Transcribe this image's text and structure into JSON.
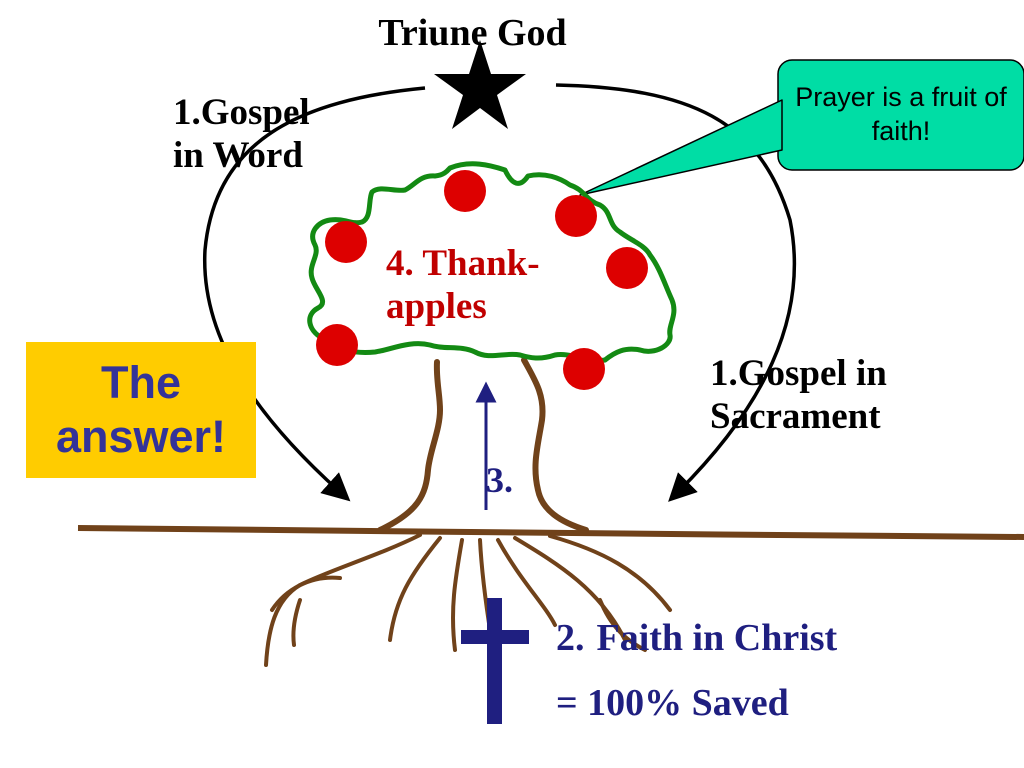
{
  "title": "Triune God",
  "labels": {
    "gospel_word": [
      "1.Gospel",
      "in Word"
    ],
    "gospel_sacrament": [
      "1.Gospel in",
      "Sacrament"
    ],
    "thank_apples": [
      "4. Thank-",
      "apples"
    ],
    "step3": "3.",
    "faith_line_number": "2.",
    "faith_line_text": "Faith in Christ",
    "saved_line": "= 100% Saved"
  },
  "answer_box": {
    "lines": [
      "The",
      "answer!"
    ],
    "bg_color": "#ffcc00",
    "text_color": "#333399"
  },
  "callout": {
    "text": "Prayer is a fruit of faith!",
    "bg_color": "#00dda5"
  },
  "icons": {
    "star": "star-icon",
    "cross": "cross-icon"
  },
  "colors": {
    "tree_trunk": "#70421a",
    "foliage": "#138a13",
    "apple": "#dd0000",
    "arrow_text": "#1f1f80"
  }
}
